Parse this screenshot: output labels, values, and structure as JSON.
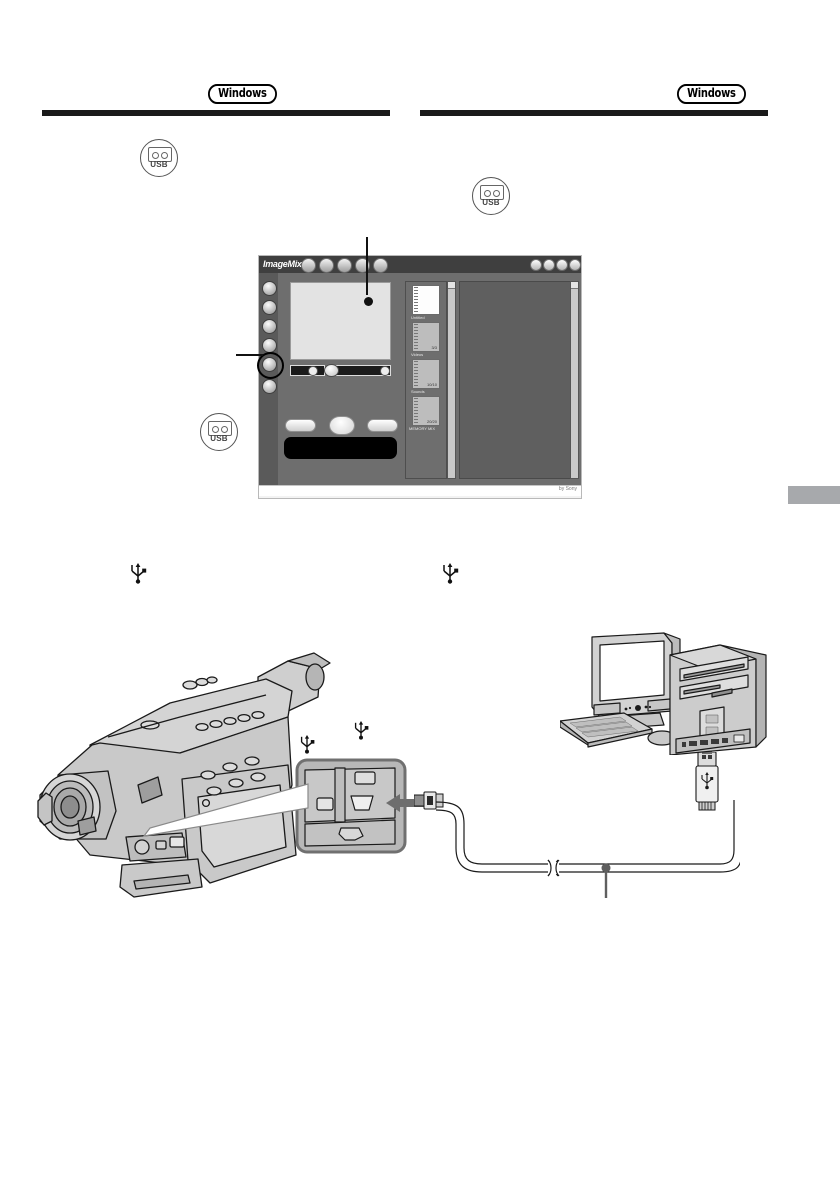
{
  "page": {
    "document_type": "camcorder-instruction-manual-page",
    "columns": [
      {
        "badge_label": "Windows"
      },
      {
        "badge_label": "Windows"
      }
    ],
    "side_tab": {
      "visible": true,
      "color": "#a7a9ac"
    }
  },
  "usb_icons": {
    "label": "USB",
    "glyph": "usb-cassette-icon"
  },
  "usb_symbols": {
    "glyph": "usb-trident-symbol",
    "count": 4
  },
  "imagemixer": {
    "app_title": "ImageMixer",
    "credit": "by Sony",
    "titlebar_buttons": [
      "mode-1",
      "mode-2",
      "mode-3",
      "mode-4",
      "mode-5"
    ],
    "window_buttons": [
      "minimize",
      "help",
      "settings",
      "close"
    ],
    "sidebar_items": [
      {
        "name": "input-icon",
        "selected": false
      },
      {
        "name": "album-icon",
        "selected": false
      },
      {
        "name": "edit-icon",
        "selected": false
      },
      {
        "name": "layout-icon",
        "selected": false
      },
      {
        "name": "usb-video-icon",
        "selected": true
      },
      {
        "name": "output-icon",
        "selected": false
      }
    ],
    "albums": [
      {
        "label": "Untitled",
        "count": ""
      },
      {
        "label": "Videos",
        "count": "3/3"
      },
      {
        "label": "Sounds",
        "count": "10/10"
      },
      {
        "label": "MEMORY MIX",
        "count": "20/20"
      }
    ],
    "controls": {
      "volume_slider": "volume",
      "position_slider": "playback-position",
      "buttons": [
        "capture-still",
        "record",
        "capture-movie"
      ],
      "display": ""
    }
  },
  "illustrations": {
    "camcorder": {
      "name": "camcorder-line-art",
      "callout": "usb-jack-detail"
    },
    "computer": {
      "name": "desktop-computer-line-art",
      "parts": [
        "monitor",
        "keyboard",
        "mouse",
        "tower"
      ]
    },
    "cable": {
      "name": "usb-cable",
      "break_symbol": true,
      "callout_dot": true
    },
    "plug": {
      "name": "usb-plug"
    }
  }
}
